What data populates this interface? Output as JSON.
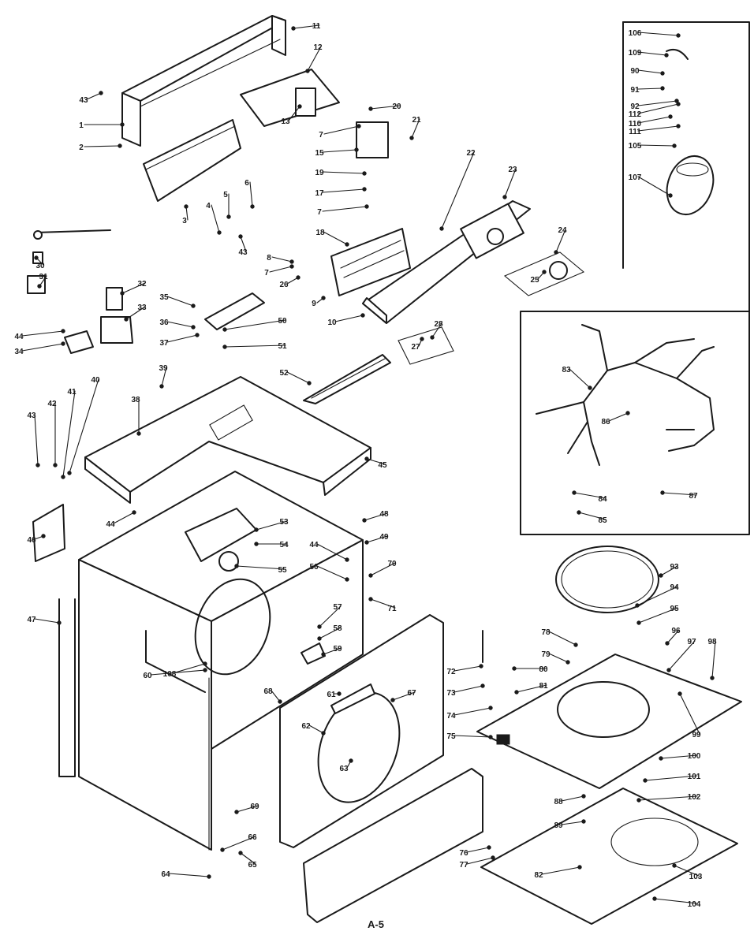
{
  "diagram": {
    "caption": "A-5",
    "part_callouts": [
      {
        "id": "c11",
        "text": "11"
      },
      {
        "id": "c12",
        "text": "12"
      },
      {
        "id": "c43a",
        "text": "43"
      },
      {
        "id": "c1",
        "text": "1"
      },
      {
        "id": "c2",
        "text": "2"
      },
      {
        "id": "c3",
        "text": "3"
      },
      {
        "id": "c4",
        "text": "4"
      },
      {
        "id": "c5",
        "text": "5"
      },
      {
        "id": "c6",
        "text": "6"
      },
      {
        "id": "c43b",
        "text": "43"
      },
      {
        "id": "c13",
        "text": "13"
      },
      {
        "id": "c7a",
        "text": "7"
      },
      {
        "id": "c20",
        "text": "20"
      },
      {
        "id": "c21",
        "text": "21"
      },
      {
        "id": "c15",
        "text": "15"
      },
      {
        "id": "c19",
        "text": "19"
      },
      {
        "id": "c17",
        "text": "17"
      },
      {
        "id": "c7b",
        "text": "7"
      },
      {
        "id": "c22",
        "text": "22"
      },
      {
        "id": "c23",
        "text": "23"
      },
      {
        "id": "c24",
        "text": "24"
      },
      {
        "id": "c25",
        "text": "25"
      },
      {
        "id": "c18",
        "text": "18"
      },
      {
        "id": "c7c",
        "text": "7"
      },
      {
        "id": "c8",
        "text": "8"
      },
      {
        "id": "c9",
        "text": "9"
      },
      {
        "id": "c10",
        "text": "10"
      },
      {
        "id": "c26",
        "text": "26"
      },
      {
        "id": "c27",
        "text": "27"
      },
      {
        "id": "c28",
        "text": "28"
      },
      {
        "id": "c30",
        "text": "30"
      },
      {
        "id": "c31",
        "text": "31"
      },
      {
        "id": "c32",
        "text": "32"
      },
      {
        "id": "c33",
        "text": "33"
      },
      {
        "id": "c34",
        "text": "34"
      },
      {
        "id": "c35",
        "text": "35"
      },
      {
        "id": "c36",
        "text": "36"
      },
      {
        "id": "c37",
        "text": "37"
      },
      {
        "id": "c44a",
        "text": "44"
      },
      {
        "id": "c50",
        "text": "50"
      },
      {
        "id": "c51",
        "text": "51"
      },
      {
        "id": "c52",
        "text": "52"
      },
      {
        "id": "c39",
        "text": "39"
      },
      {
        "id": "c40",
        "text": "40"
      },
      {
        "id": "c41",
        "text": "41"
      },
      {
        "id": "c42",
        "text": "42"
      },
      {
        "id": "c43c",
        "text": "43"
      },
      {
        "id": "c38",
        "text": "38"
      },
      {
        "id": "c45",
        "text": "45"
      },
      {
        "id": "c46",
        "text": "46"
      },
      {
        "id": "c44b",
        "text": "44"
      },
      {
        "id": "c47",
        "text": "47"
      },
      {
        "id": "c48",
        "text": "48"
      },
      {
        "id": "c49",
        "text": "49"
      },
      {
        "id": "c53",
        "text": "53"
      },
      {
        "id": "c54",
        "text": "54"
      },
      {
        "id": "c55",
        "text": "55"
      },
      {
        "id": "c44c",
        "text": "44"
      },
      {
        "id": "c56",
        "text": "56"
      },
      {
        "id": "c57",
        "text": "57"
      },
      {
        "id": "c58",
        "text": "58"
      },
      {
        "id": "c59",
        "text": "59"
      },
      {
        "id": "c60",
        "text": "60"
      },
      {
        "id": "c61",
        "text": "61"
      },
      {
        "id": "c62",
        "text": "62"
      },
      {
        "id": "c63",
        "text": "63"
      },
      {
        "id": "c64",
        "text": "64"
      },
      {
        "id": "c65",
        "text": "65"
      },
      {
        "id": "c66",
        "text": "66"
      },
      {
        "id": "c67",
        "text": "67"
      },
      {
        "id": "c68",
        "text": "68"
      },
      {
        "id": "c69",
        "text": "69"
      },
      {
        "id": "c70",
        "text": "70"
      },
      {
        "id": "c71",
        "text": "71"
      },
      {
        "id": "c72",
        "text": "72"
      },
      {
        "id": "c73",
        "text": "73"
      },
      {
        "id": "c74",
        "text": "74"
      },
      {
        "id": "c75",
        "text": "75"
      },
      {
        "id": "c76",
        "text": "76"
      },
      {
        "id": "c77",
        "text": "77"
      },
      {
        "id": "c78",
        "text": "78"
      },
      {
        "id": "c79",
        "text": "79"
      },
      {
        "id": "c80",
        "text": "80"
      },
      {
        "id": "c81",
        "text": "81"
      },
      {
        "id": "c82",
        "text": "82"
      },
      {
        "id": "c83",
        "text": "83"
      },
      {
        "id": "c84",
        "text": "84"
      },
      {
        "id": "c85",
        "text": "85"
      },
      {
        "id": "c86",
        "text": "86"
      },
      {
        "id": "c87",
        "text": "87"
      },
      {
        "id": "c88",
        "text": "88"
      },
      {
        "id": "c89",
        "text": "89"
      },
      {
        "id": "c90",
        "text": "90"
      },
      {
        "id": "c91",
        "text": "91"
      },
      {
        "id": "c92",
        "text": "92"
      },
      {
        "id": "c93",
        "text": "93"
      },
      {
        "id": "c94",
        "text": "94"
      },
      {
        "id": "c95",
        "text": "95"
      },
      {
        "id": "c96",
        "text": "96"
      },
      {
        "id": "c97",
        "text": "97"
      },
      {
        "id": "c98",
        "text": "98"
      },
      {
        "id": "c99",
        "text": "99"
      },
      {
        "id": "c100",
        "text": "100"
      },
      {
        "id": "c101",
        "text": "101"
      },
      {
        "id": "c102",
        "text": "102"
      },
      {
        "id": "c103",
        "text": "103"
      },
      {
        "id": "c104",
        "text": "104"
      },
      {
        "id": "c105",
        "text": "105"
      },
      {
        "id": "c106",
        "text": "106"
      },
      {
        "id": "c107",
        "text": "107"
      },
      {
        "id": "c108",
        "text": "108"
      },
      {
        "id": "c109",
        "text": "109"
      },
      {
        "id": "c110",
        "text": "110"
      },
      {
        "id": "c111",
        "text": "111"
      },
      {
        "id": "c112",
        "text": "112"
      }
    ]
  }
}
